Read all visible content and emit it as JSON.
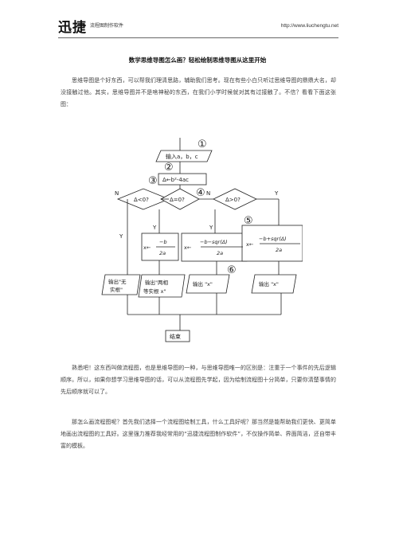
{
  "header": {
    "logo": "迅捷",
    "logo_sub": "流程图制作软件",
    "url": "http://www.liuchengtu.net"
  },
  "title": "数学思维导图怎么画？轻松绘制思维导图从这里开始",
  "paragraphs": [
    "思维导图是个好东西，可以帮我们理清思路，辅助我们思考。现在有些小白只听过思维导图的鼎鼎大名，却没接触过他。其实，思维导图并不是啥神秘的东西，在我们小学时候就对其有过接触了。不信？看看下面这张图：",
    "熟悉吧！这东西叫做流程图，也是思维导图的一种，与思维导图唯一的区别是：注重于一个事件的先后逻辑顺序。所以，如果你想学习思维导图的话，可以从流程图先学起，因为绘制流程图十分简单，只要你清楚事情的先后顺序就可以了。",
    "那怎么画流程图呢？首先我们选择一个流程图绘制工具，什么工具好呢？那当然是能帮助我们更快、更简单地画出流程图的工具好。这里强力推荐我经常用的“迅捷流程图制作软件”，不仅操作简单、界面简洁，还自带丰富的模板。"
  ],
  "flowchart": {
    "markers": [
      "①",
      "②",
      "③",
      "④",
      "⑤",
      "⑥"
    ],
    "input": "输入a，b，c",
    "assign": "Δ←b²-4ac",
    "cond1": "Δ<0?",
    "cond2": "Δ=0?",
    "cond3": "Δ>0?",
    "y": "Y",
    "n": "N",
    "proc_x_eq": "x←",
    "proc_x1": "x←",
    "proc_x2": "x←",
    "frac_eq_num": "−b",
    "frac_eq_den": "2a",
    "frac1_num": "−b−sqr(Δ)",
    "frac1_den": "2a",
    "frac2_num": "−b+sqr(Δ)",
    "frac2_den": "2a",
    "out_none": "输出\"无实根\"",
    "out_equal": "输出\"两相等实根x\"",
    "out_x1": "输出 \"x\"",
    "out_x2": "输出 \"x\"",
    "end": "结束"
  }
}
